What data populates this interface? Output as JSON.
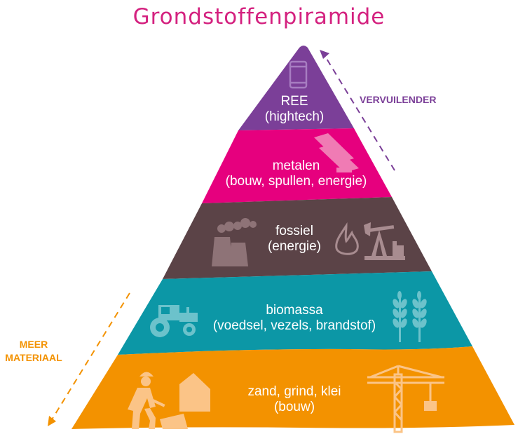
{
  "diagram": {
    "title": "Grondstoffenpiramide",
    "title_color": "#d4217f",
    "up_label": "VERVUILENDER",
    "up_label_color": "#7b3f98",
    "down_label_line1": "MEER",
    "down_label_line2": "MATERIAAL",
    "down_label_color": "#f39200",
    "layers": [
      {
        "name": "REE",
        "detail": "(hightech)",
        "color": "#7b3f98",
        "icon": "smartphone-icon"
      },
      {
        "name": "metalen",
        "detail": "(bouw, spullen, energie)",
        "color": "#e6007e",
        "icon": "steel-beam-icon"
      },
      {
        "name": "fossiel",
        "detail": "(energie)",
        "color": "#5b4347",
        "icon": "power-plant-flame-pumpjack-icons"
      },
      {
        "name": "biomassa",
        "detail": "(voedsel, vezels, brandstof)",
        "color": "#0c97a6",
        "icon": "tractor-wheat-icons"
      },
      {
        "name": "zand, grind, klei",
        "detail": "(bouw)",
        "color": "#f39200",
        "icon": "worker-crane-icons"
      }
    ]
  }
}
